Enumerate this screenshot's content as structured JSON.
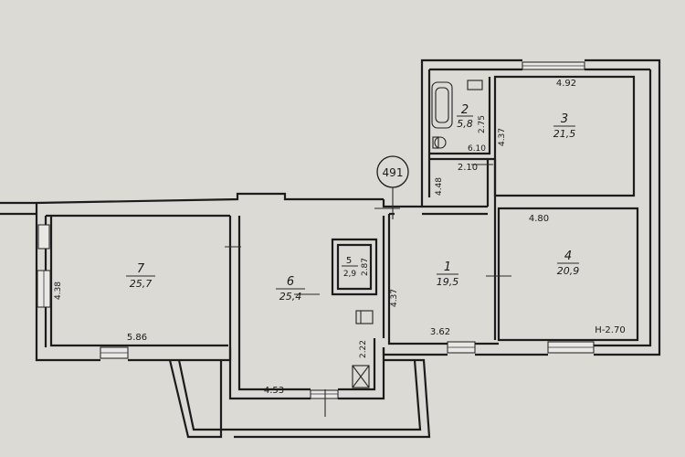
{
  "rooms": [
    {
      "id": "1",
      "number": "1",
      "area": "19,5"
    },
    {
      "id": "2",
      "number": "2",
      "area": "5,8"
    },
    {
      "id": "3",
      "number": "3",
      "area": "21,5"
    },
    {
      "id": "4",
      "number": "4",
      "area": "20,9"
    },
    {
      "id": "5",
      "number": "5",
      "area": "2,9"
    },
    {
      "id": "6",
      "number": "6",
      "area": "25,4"
    },
    {
      "id": "7",
      "number": "7",
      "area": "25,7"
    }
  ],
  "dimensions": {
    "room3_top": "4.92",
    "room3_left": "4.37",
    "room2_right": "2.75",
    "room2_bottom": "6.10",
    "corridor_width": "2.10",
    "corridor_left": "4.48",
    "room4_top": "4.80",
    "room4_bottom": "H-2.70",
    "room1_left": "4.37",
    "room1_bottom": "3.62",
    "room6_bottom": "4.53",
    "room6_closet": "2.22",
    "room5_right": "2.87",
    "room7_left": "4.38",
    "room7_bottom": "5.86"
  },
  "plan_marker": "491"
}
